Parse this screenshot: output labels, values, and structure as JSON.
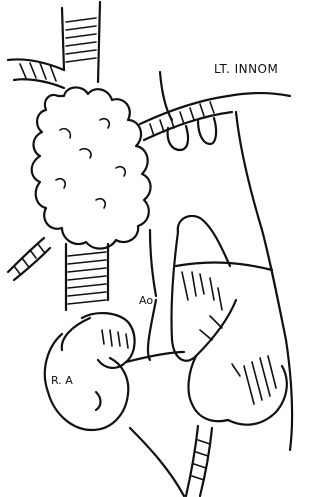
{
  "diagram": {
    "labels": {
      "left_innominate": "LT. INNOM",
      "aorta": "Ao",
      "right_atrium": "R. A"
    },
    "colors": {
      "ink": "#111111",
      "background": "#ffffff"
    }
  }
}
